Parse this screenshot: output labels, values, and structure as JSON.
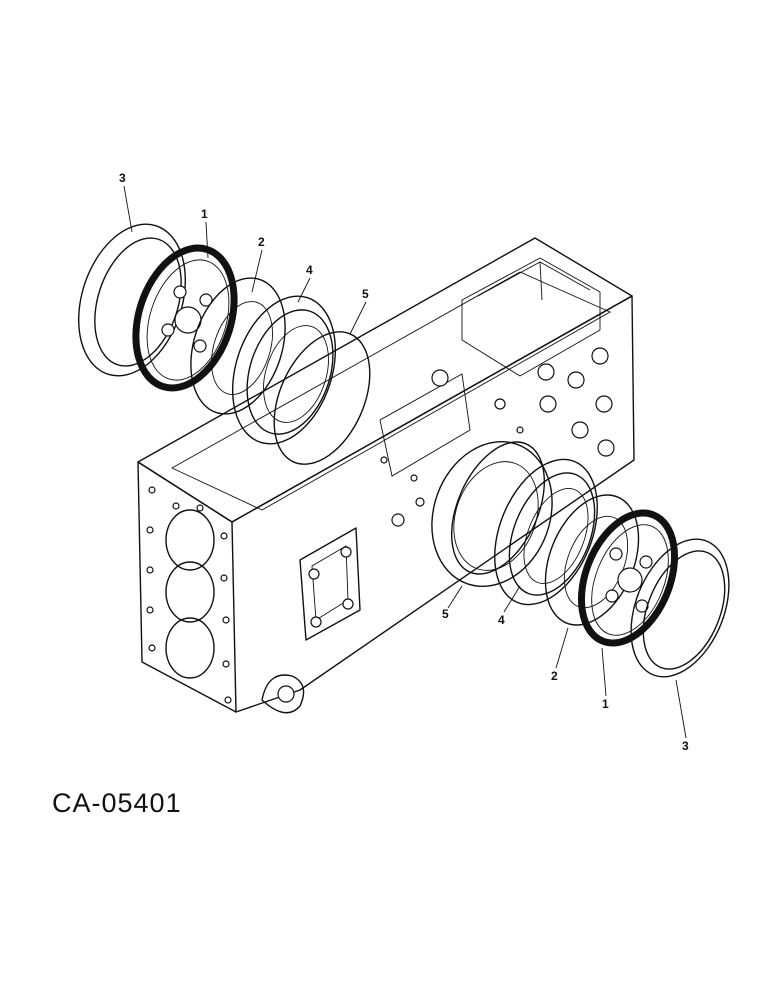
{
  "callouts": [
    {
      "number": "1"
    },
    {
      "number": "2"
    },
    {
      "number": "3"
    },
    {
      "number": "4"
    },
    {
      "number": "5"
    },
    {
      "number": "1"
    },
    {
      "number": "2"
    },
    {
      "number": "3"
    },
    {
      "number": "4"
    },
    {
      "number": "5"
    }
  ],
  "figure_code": "CA-05401"
}
